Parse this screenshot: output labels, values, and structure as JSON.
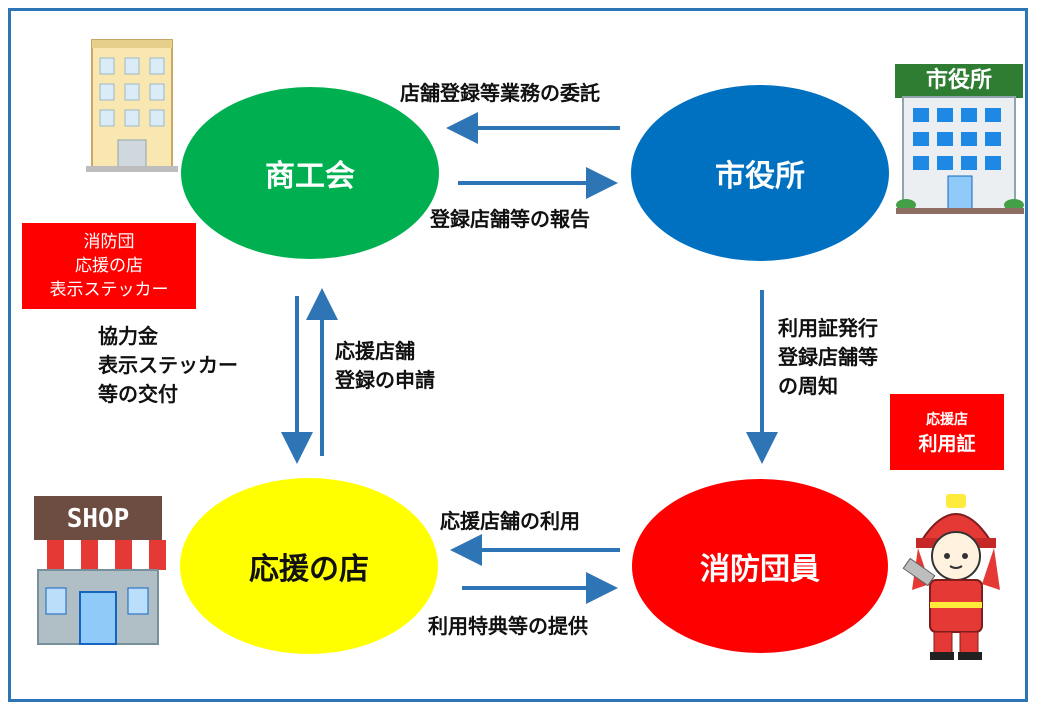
{
  "colors": {
    "border": "#2e75b6",
    "arrow": "#2e75b6",
    "chamber": "#00b050",
    "city": "#0070c0",
    "shop": "#ffff00",
    "member": "#ff0000",
    "badge": "#ff0000"
  },
  "nodes": {
    "chamber": "商工会",
    "city_hall": "市役所",
    "shop": "応援の店",
    "fire_member": "消防団員"
  },
  "flows": {
    "city_to_chamber": "店舗登録等業務の委託",
    "chamber_to_city": "登録店舗等の報告",
    "chamber_to_shop": [
      "協力金",
      "表示ステッカー",
      "等の交付"
    ],
    "shop_to_chamber": [
      "応援店舗",
      "登録の申請"
    ],
    "city_to_member": [
      "利用証発行",
      "登録店舗等",
      "の周知"
    ],
    "member_to_shop": "応援店舗の利用",
    "shop_to_member": "利用特典等の提供"
  },
  "badges": {
    "sticker": [
      "消防団",
      "応援の店",
      "表示ステッカー"
    ],
    "card": [
      "応援店",
      "利用証"
    ]
  },
  "illustrations": {
    "city_hall_sign": "市役所",
    "shop_sign": "SHOP"
  }
}
